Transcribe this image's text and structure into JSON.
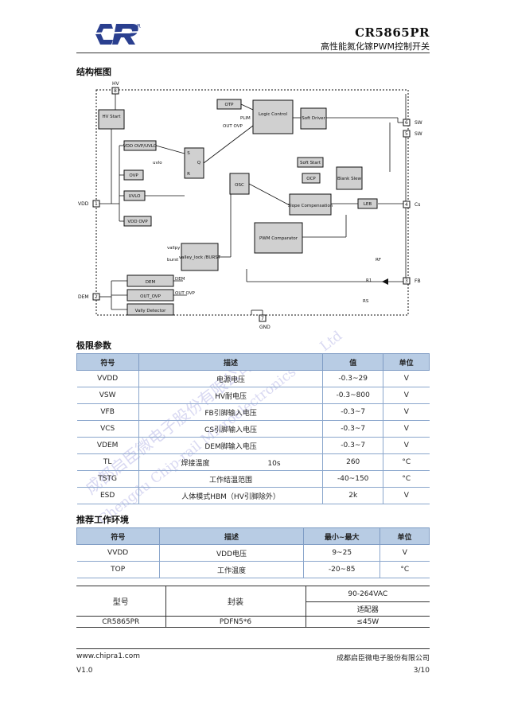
{
  "header": {
    "part_number": "CR5865PR",
    "subtitle": "高性能氮化镓PWM控制开关",
    "logo_mark": "R"
  },
  "block_diagram": {
    "section_title": "结构框图",
    "pins": {
      "hv": "HV",
      "pin8": "8",
      "vdd": "VDD",
      "pin1": "1",
      "sw1": "SW",
      "sw2": "SW",
      "pin6": "6",
      "pin5": "5",
      "cs": "Cs",
      "pin4": "4",
      "fb": "FB",
      "pin3": "3",
      "dem": "DEM",
      "pin2": "2",
      "gnd": "GND",
      "pin7": "7"
    },
    "blocks": {
      "hv_start": "HV Start",
      "vdd_ovp": "VDD OVP/UVLO",
      "uvlo": "UVLO",
      "ovp": "OVP",
      "vdd_clamp": "VDD OVP",
      "otp": "OTP",
      "logic": "Logic Control",
      "soft_driver": "Soft Driver",
      "ff_s": "S",
      "ff_q": "Q",
      "ff_r": "R",
      "osc": "OSC",
      "soft_start": "Soft Start",
      "ocp": "OCP",
      "blank": "Blank Slew",
      "slope": "Slope Compensation",
      "leb": "LEB",
      "pwm": "PWM Comparator",
      "valley": "valley_lock /BURST",
      "dem_block": "DEM",
      "out_ovp": "OUT_OVP",
      "vally_detector": "Vally Detector"
    },
    "labels": {
      "plim": "PLIM",
      "out_ovp": "OUT OVP",
      "vallpy": "vallpy",
      "burst": "burst",
      "dem_sig": "DEM",
      "ovp_sig": "OUT OVP",
      "rf": "RF",
      "rs": "RS",
      "r1": "R1",
      "uvlo": "uvlo"
    }
  },
  "abs_max": {
    "section_title": "极限参数",
    "headers": [
      "符号",
      "描述",
      "值",
      "单位"
    ],
    "rows": [
      {
        "sym": "VVDD",
        "desc": "电源电压",
        "val": "-0.3~29",
        "unit": "V"
      },
      {
        "sym": "VSW",
        "desc": "HV耐电压",
        "val": "-0.3~800",
        "unit": "V"
      },
      {
        "sym": "VFB",
        "desc": "FB引脚输入电压",
        "val": "-0.3~7",
        "unit": "V"
      },
      {
        "sym": "VCS",
        "desc": "CS引脚输入电压",
        "val": "-0.3~7",
        "unit": "V"
      },
      {
        "sym": "VDEM",
        "desc": "DEM脚输入电压",
        "val": "-0.3~7",
        "unit": "V"
      },
      {
        "sym": "TL",
        "desc": "焊接温度",
        "desc2": "10s",
        "val": "260",
        "unit": "°C"
      },
      {
        "sym": "TSTG",
        "desc": "工作结温范围",
        "val": "-40~150",
        "unit": "°C"
      },
      {
        "sym": "ESD",
        "desc": "人体模式HBM（HV引脚除外）",
        "val": "2k",
        "unit": "V"
      }
    ]
  },
  "rec_op": {
    "section_title": "推荐工作环境",
    "headers": [
      "符号",
      "描述",
      "最小~最大",
      "单位"
    ],
    "rows": [
      {
        "sym": "VVDD",
        "desc": "VDD电压",
        "val": "9~25",
        "unit": "V"
      },
      {
        "sym": "TOP",
        "desc": "工作温度",
        "val": "-20~85",
        "unit": "°C"
      }
    ]
  },
  "package": {
    "col_model": "型号",
    "col_pkg": "封装",
    "col_range": "90-264VAC",
    "col_adapter": "适配器",
    "row_model": "CR5865PR",
    "row_pkg": "PDFN5*6",
    "row_power": "≤45W"
  },
  "footer": {
    "website": "www.chipra1.com",
    "company": "成都启臣微电子股份有限公司",
    "version": "V1.0",
    "page": "3/10"
  },
  "watermark": {
    "cn": "成都启臣微电子股份有限公司",
    "en": "Chengdu Chip-rail Microelectronics Co., Ltd"
  }
}
